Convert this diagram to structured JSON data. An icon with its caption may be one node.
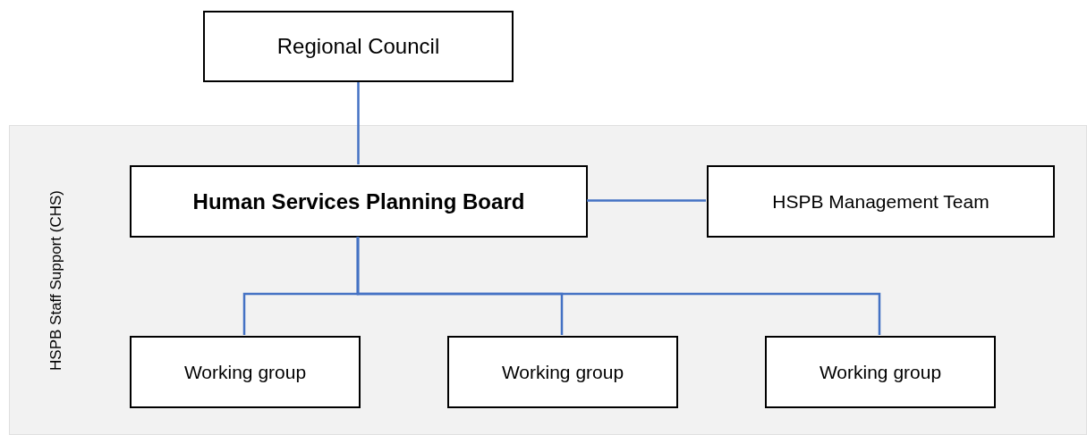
{
  "diagram": {
    "nodes": [
      {
        "text": [
          "Regional Council"
        ]
      },
      {
        "text": [
          "HSPB Staff Support (CHS)"
        ]
      },
      {
        "text": [
          "Human Services Planning Board"
        ],
        "in": 1
      },
      {
        "text": [
          "HSPB Management Team"
        ],
        "in": 1
      },
      {
        "text": [
          "Working group"
        ],
        "in": 1
      },
      {
        "text": [
          "Working group"
        ],
        "in": 1
      },
      {
        "text": [
          "Working group"
        ],
        "in": 1
      }
    ],
    "edges": [
      {
        "from": 0,
        "to": 2,
        "arrow": "none"
      },
      {
        "from": 2,
        "to": 3,
        "arrow": "none"
      },
      {
        "from": 2,
        "to": 4,
        "arrow": "none"
      },
      {
        "from": 2,
        "to": 5,
        "arrow": "none"
      },
      {
        "from": 2,
        "to": 6,
        "arrow": "none"
      }
    ]
  }
}
